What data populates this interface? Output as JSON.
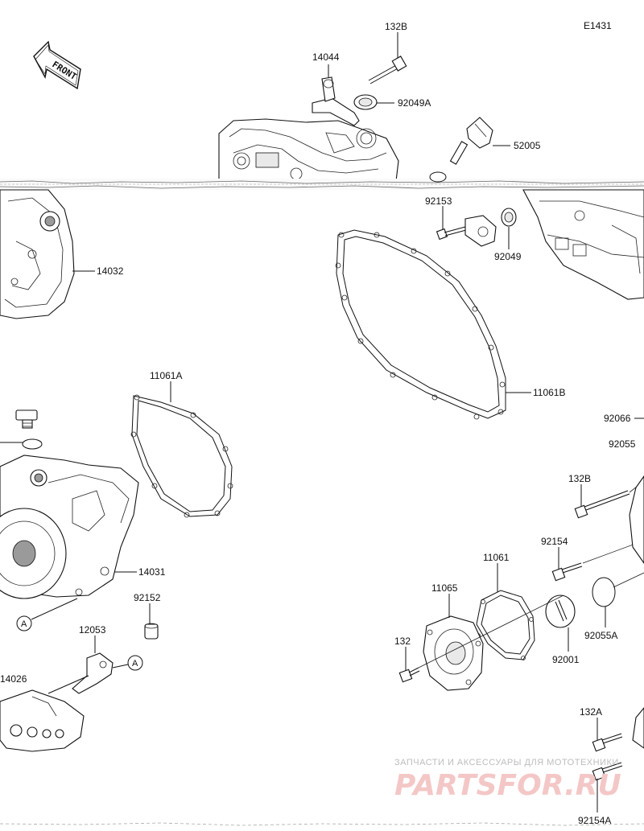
{
  "diagram": {
    "code": "E1431",
    "front_label": "FRONT",
    "circle_marker": "A",
    "parts": {
      "p132B_top": "132B",
      "p14044": "14044",
      "p92049A": "92049A",
      "p52005": "52005",
      "p92153": "92153",
      "p92049": "92049",
      "p14032": "14032",
      "p11061A": "11061A",
      "p11061B": "11061B",
      "p92066": "92066",
      "p92055": "92055",
      "p132B_mid": "132B",
      "p92154": "92154",
      "p11061": "11061",
      "p11065": "11065",
      "p132": "132",
      "p92001": "92001",
      "p92055A": "92055A",
      "p14031": "14031",
      "p92152": "92152",
      "p12053": "12053",
      "p14026": "14026",
      "p132A": "132A",
      "p92154A": "92154A"
    },
    "watermark": {
      "caption": "ЗАПЧАСТИ И АКСЕССУАРЫ ДЛЯ МОТОТЕХНИКИ",
      "brand": "PARTSFOR.RU"
    }
  }
}
